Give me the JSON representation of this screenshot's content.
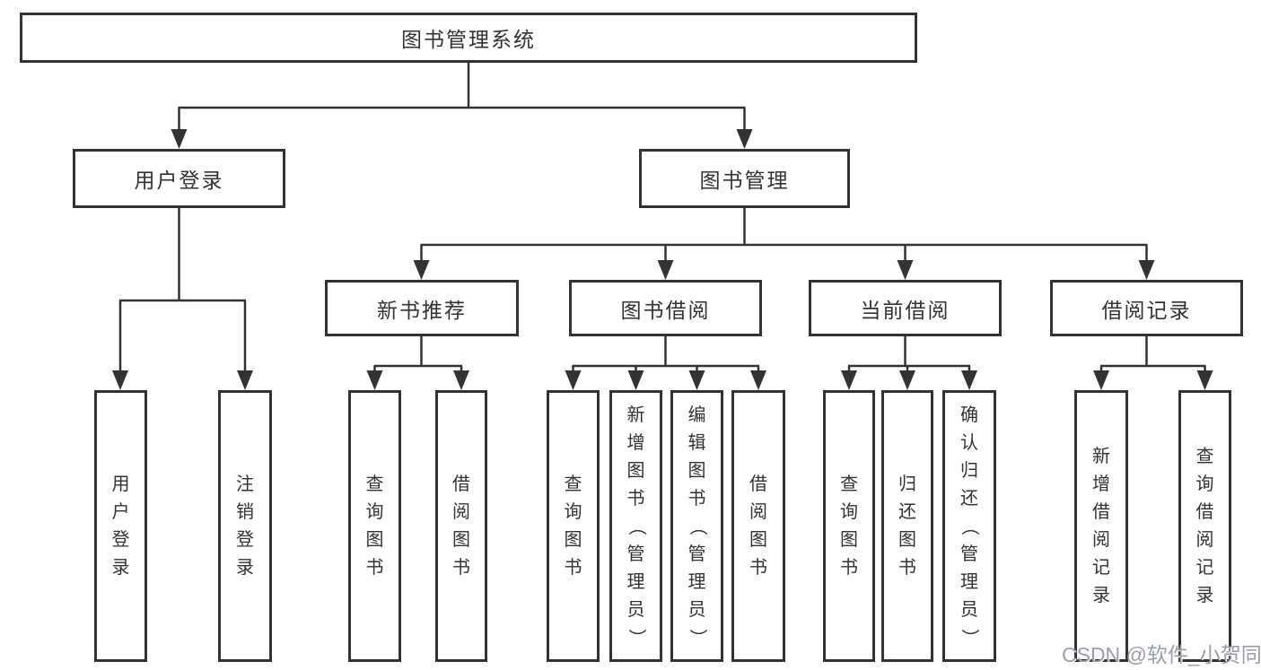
{
  "tree": {
    "label": "图书管理系统",
    "children": [
      {
        "label": "用户登录",
        "children": [
          {
            "label": "用户登录"
          },
          {
            "label": "注销登录"
          }
        ]
      },
      {
        "label": "图书管理",
        "children": [
          {
            "label": "新书推荐",
            "children": [
              {
                "label": "查询图书"
              },
              {
                "label": "借阅图书"
              }
            ]
          },
          {
            "label": "图书借阅",
            "children": [
              {
                "label": "查询图书"
              },
              {
                "label": "新增图书（管理员）"
              },
              {
                "label": "编辑图书（管理员）"
              },
              {
                "label": "借阅图书"
              }
            ]
          },
          {
            "label": "当前借阅",
            "children": [
              {
                "label": "查询图书"
              },
              {
                "label": "归还图书"
              },
              {
                "label": "确认归还（管理员）"
              }
            ]
          },
          {
            "label": "借阅记录",
            "children": [
              {
                "label": "新增借阅记录"
              },
              {
                "label": "查询借阅记录"
              }
            ]
          }
        ]
      }
    ]
  },
  "watermark": "CSDN @软件_小贺同学",
  "colors": {
    "line": "#333333",
    "text": "#333333",
    "watermark_text": "#9a9ea6",
    "background": "#ffffff"
  }
}
